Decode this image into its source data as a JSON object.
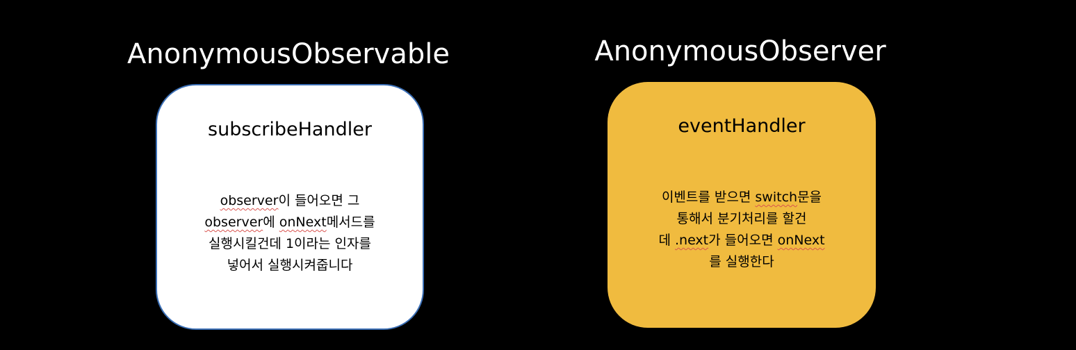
{
  "observable": {
    "title": "AnonymousObservable",
    "handler": "subscribeHandler",
    "lines": [
      [
        {
          "t": "observer",
          "u": true
        },
        {
          "t": "이 들어오면 그",
          "u": false
        }
      ],
      [
        {
          "t": "observer",
          "u": true
        },
        {
          "t": "에 ",
          "u": false
        },
        {
          "t": "onNext",
          "u": true
        },
        {
          "t": "메서드를",
          "u": false
        }
      ],
      [
        {
          "t": "실행시킬건데 1이라는 인자를",
          "u": false
        }
      ],
      [
        {
          "t": "넣어서 실행시켜줍니다",
          "u": false
        }
      ]
    ]
  },
  "observer": {
    "title": "AnonymousObserver",
    "handler": "eventHandler",
    "lines": [
      [
        {
          "t": "이벤트를 받으면 ",
          "u": false
        },
        {
          "t": "switch",
          "u": true
        },
        {
          "t": "문을",
          "u": false
        }
      ],
      [
        {
          "t": "통해서 분기처리를 할건",
          "u": false
        }
      ],
      [
        {
          "t": "데 ",
          "u": false
        },
        {
          "t": ".next",
          "u": true
        },
        {
          "t": "가 들어오면 ",
          "u": false
        },
        {
          "t": "onNext",
          "u": true
        }
      ],
      [
        {
          "t": "를 실행한다",
          "u": false
        }
      ]
    ]
  },
  "colors": {
    "background": "#000000",
    "observable_fill": "#ffffff",
    "observable_border": "#3b6fb6",
    "observer_fill": "#f0bb3f",
    "spellcheck_underline": "#d9534f"
  }
}
